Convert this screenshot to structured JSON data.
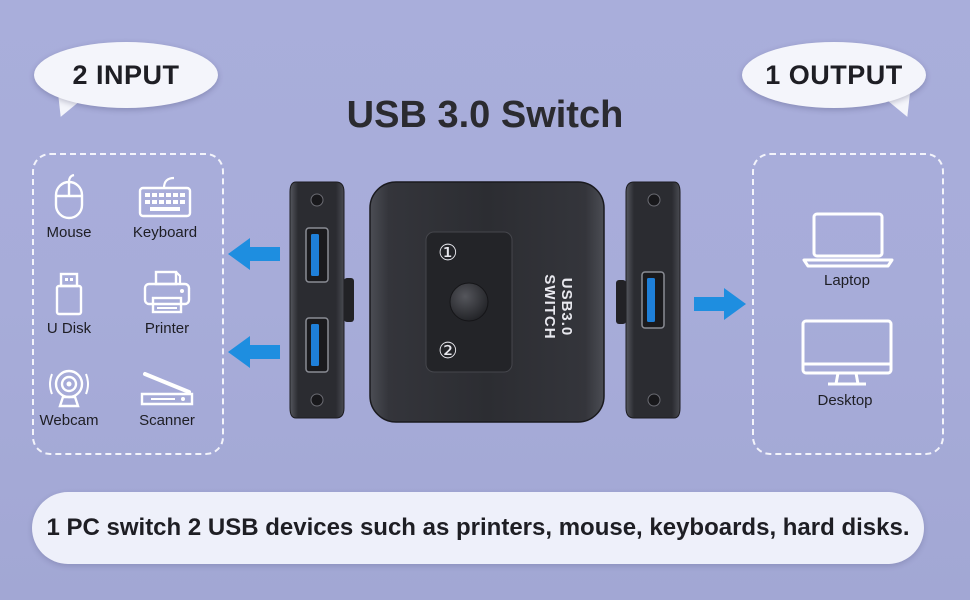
{
  "labels": {
    "input_bubble": "2 INPUT",
    "output_bubble": "1 OUTPUT",
    "main_title": "USB 3.0 Switch",
    "switch_body_text": "USB3.0 SWITCH",
    "port_1": "①",
    "port_2": "②",
    "bottom_caption": "1 PC switch 2 USB devices such as printers, mouse, keyboards, hard disks."
  },
  "input_devices": [
    {
      "label": "Mouse",
      "icon": "mouse-icon"
    },
    {
      "label": "Keyboard",
      "icon": "keyboard-icon"
    },
    {
      "label": "U Disk",
      "icon": "usb-disk-icon"
    },
    {
      "label": "Printer",
      "icon": "printer-icon"
    },
    {
      "label": "Webcam",
      "icon": "webcam-icon"
    },
    {
      "label": "Scanner",
      "icon": "scanner-icon"
    }
  ],
  "output_devices": [
    {
      "label": "Laptop",
      "icon": "laptop-icon"
    },
    {
      "label": "Desktop",
      "icon": "desktop-icon"
    }
  ],
  "colors": {
    "background": "#a8addb",
    "arrow_blue": "#1e8ee0",
    "panel_border": "#f3f4fb",
    "device_body": "#2e2f35"
  }
}
